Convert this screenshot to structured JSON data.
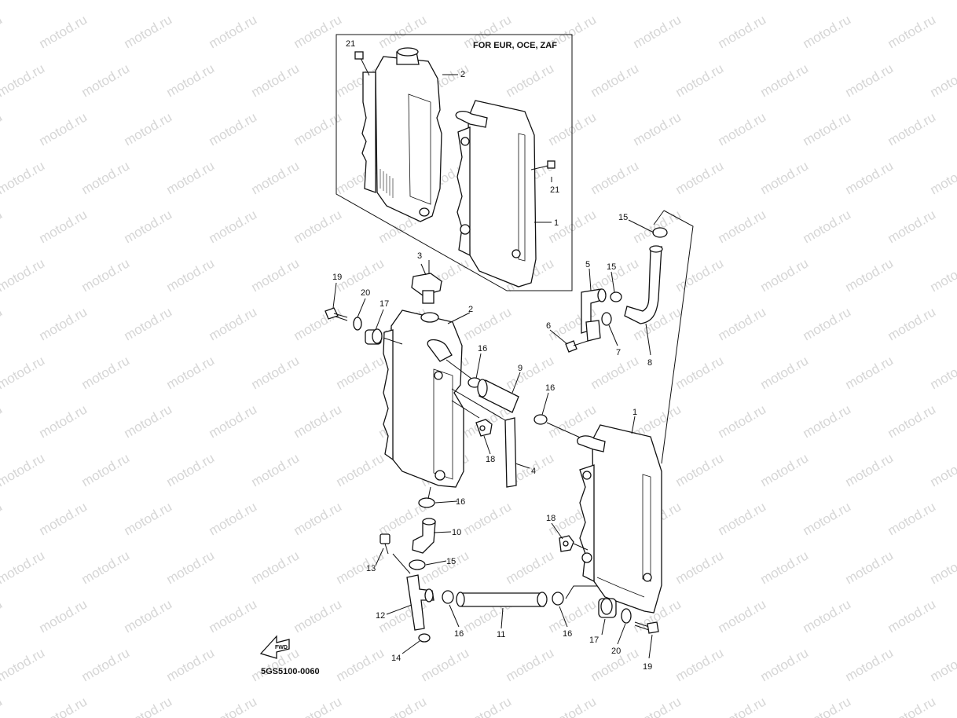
{
  "inset": {
    "region_label": "FOR EUR, OCE, ZAF"
  },
  "drawing_code": "5GS5100-0060",
  "fwd_label": "FWD",
  "watermark": "motod.ru",
  "callouts": {
    "c21a": "21",
    "c2a": "2",
    "c21b": "21",
    "c1a": "1",
    "c3": "3",
    "c19a": "19",
    "c20a": "20",
    "c17a": "17",
    "c2b": "2",
    "c16a": "16",
    "c9": "9",
    "c16b": "16",
    "c18a": "18",
    "c4": "4",
    "c1b": "1",
    "c15a": "15",
    "c5": "5",
    "c15b": "15",
    "c6": "6",
    "c7": "7",
    "c8": "8",
    "c16c": "16",
    "c10": "10",
    "c18b": "18",
    "c13": "13",
    "c15c": "15",
    "c12": "12",
    "c16d": "16",
    "c11": "11",
    "c16e": "16",
    "c17b": "17",
    "c20b": "20",
    "c19b": "19",
    "c14": "14"
  },
  "icons": {
    "fwd": "fwd-arrow-icon"
  }
}
